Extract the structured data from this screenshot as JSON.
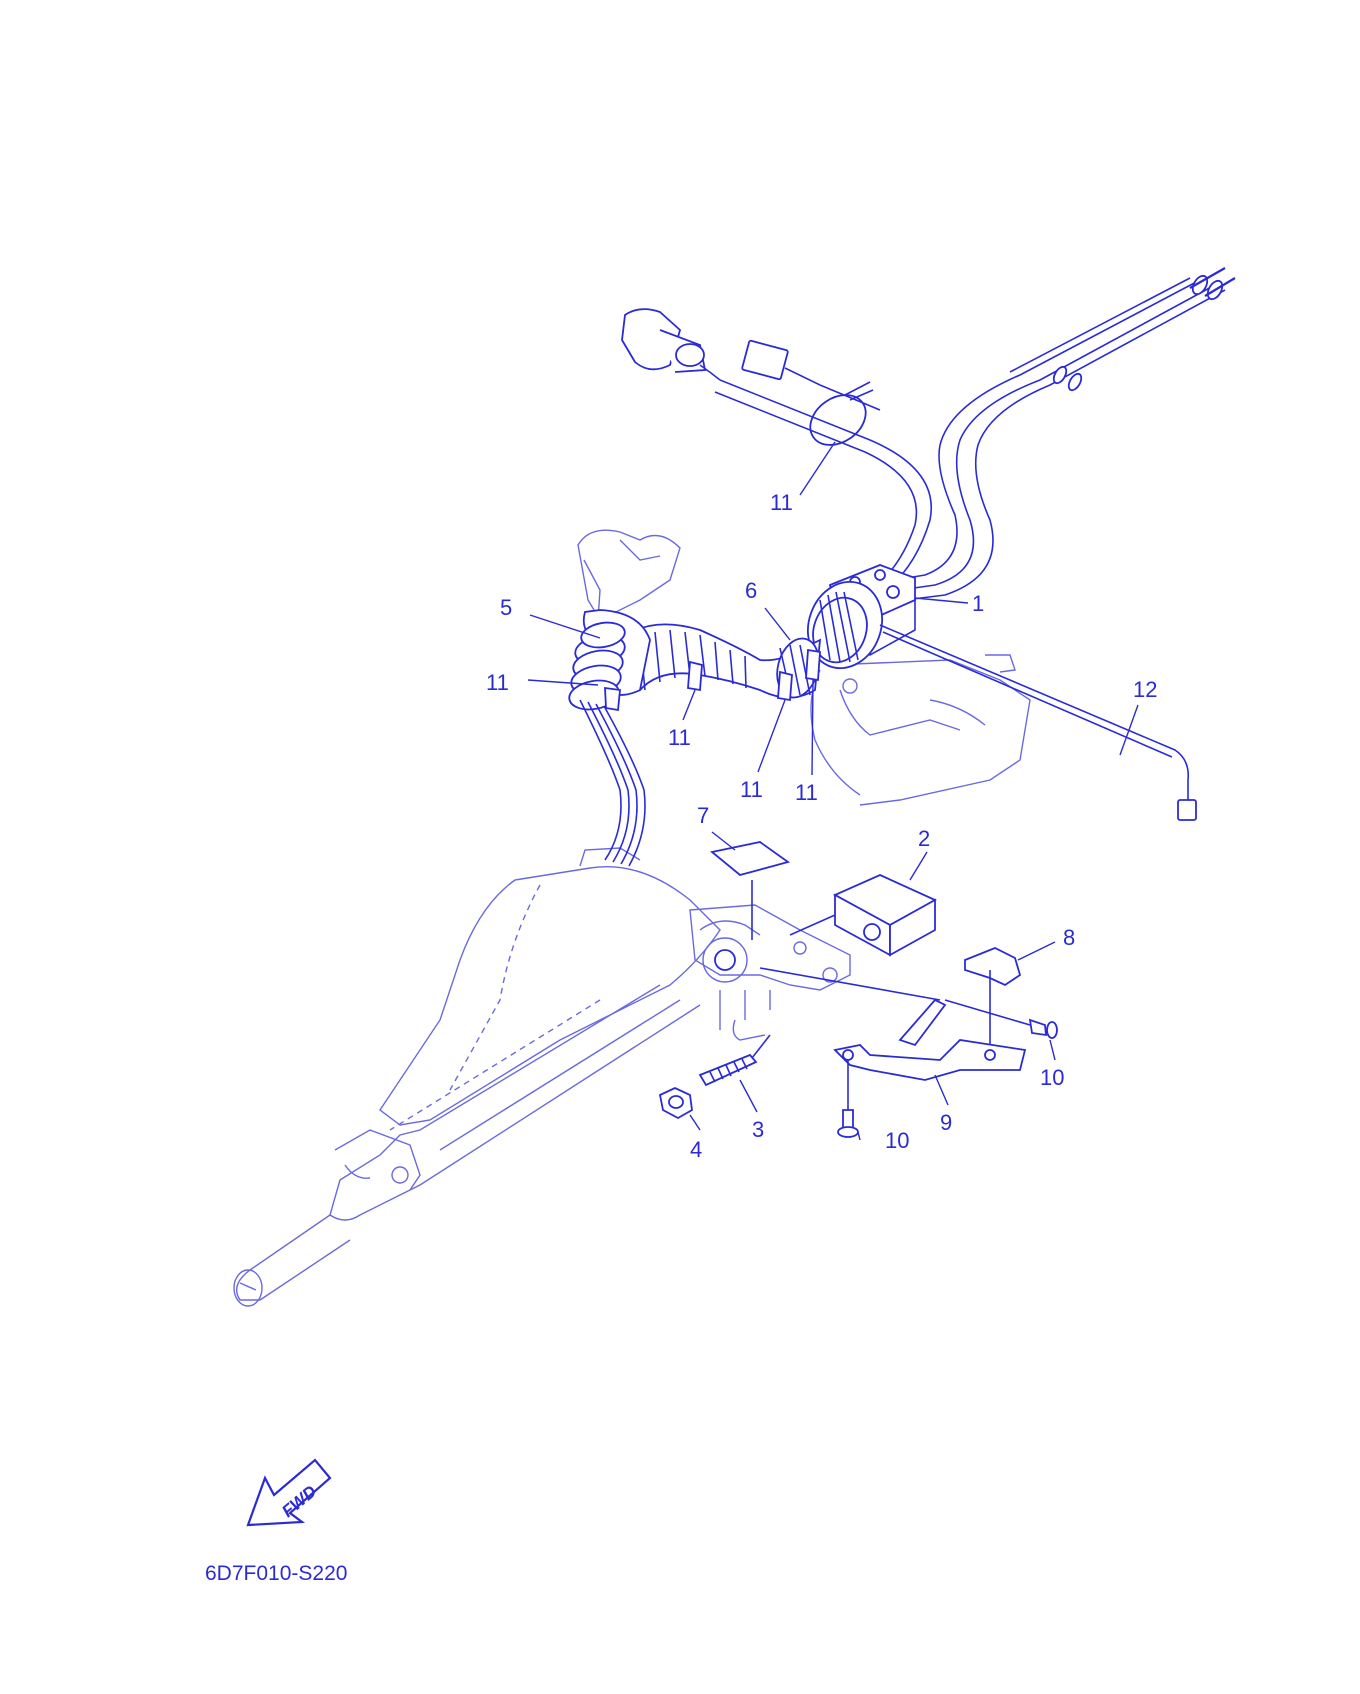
{
  "colors": {
    "ink": "#2b2bd6",
    "ghost": "#6a6ae0",
    "background": "#ffffff"
  },
  "callouts": [
    {
      "id": "c11a",
      "text": "11"
    },
    {
      "id": "c1",
      "text": "1"
    },
    {
      "id": "c6",
      "text": "6"
    },
    {
      "id": "c5",
      "text": "5"
    },
    {
      "id": "c11b",
      "text": "11"
    },
    {
      "id": "c11c",
      "text": "11"
    },
    {
      "id": "c11d",
      "text": "11"
    },
    {
      "id": "c11e",
      "text": "11"
    },
    {
      "id": "c12",
      "text": "12"
    },
    {
      "id": "c7",
      "text": "7"
    },
    {
      "id": "c2",
      "text": "2"
    },
    {
      "id": "c8",
      "text": "8"
    },
    {
      "id": "c10a",
      "text": "10"
    },
    {
      "id": "c9",
      "text": "9"
    },
    {
      "id": "c3",
      "text": "3"
    },
    {
      "id": "c4",
      "text": "4"
    },
    {
      "id": "c10b",
      "text": "10"
    }
  ],
  "fwd_badge": {
    "text": "FWD",
    "icon": "fwd-arrow-icon"
  },
  "diagram_code": "6D7F010-S220"
}
